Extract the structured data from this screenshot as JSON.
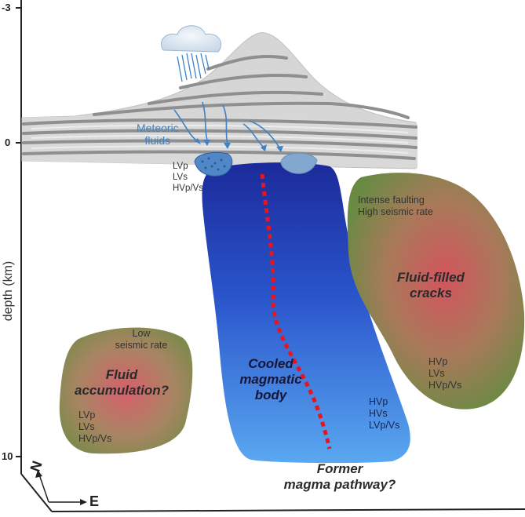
{
  "axis": {
    "title": "depth (km)",
    "ticks": [
      "-3",
      "0",
      "10"
    ]
  },
  "compass": {
    "north": "N",
    "east": "E"
  },
  "labels": {
    "meteoric": [
      "Meteoric",
      "fluids"
    ],
    "conduit_props": [
      "LVp",
      "LVs",
      "HVp/Vs"
    ],
    "faulting": [
      "Intense faulting",
      "High seismic rate"
    ],
    "fluid_filled": [
      "Fluid-filled",
      "cracks"
    ],
    "right_props": [
      "HVp",
      "LVs",
      "HVp/Vs"
    ],
    "low_seismic": [
      "Low",
      "seismic rate"
    ],
    "fluid_accumulation": [
      "Fluid",
      "accumulation?"
    ],
    "left_props": [
      "LVp",
      "LVs",
      "HVp/Vs"
    ],
    "cooled_body": [
      "Cooled",
      "magmatic",
      "body"
    ],
    "body_props": [
      "HVp",
      "HVs",
      "LVp/Vs"
    ],
    "pathway": [
      "Former",
      "magma pathway?"
    ]
  },
  "colors": {
    "volcano": "#d4d4d4",
    "strata_line": "#8f8f8f",
    "body_top": "#1c2a9a",
    "body_bottom": "#4fa0ee",
    "anomaly_edge": "#6e8a48",
    "anomaly_center": "#cc5a62",
    "pathway": "#e8141e",
    "meteoric": "#3d82c4"
  }
}
